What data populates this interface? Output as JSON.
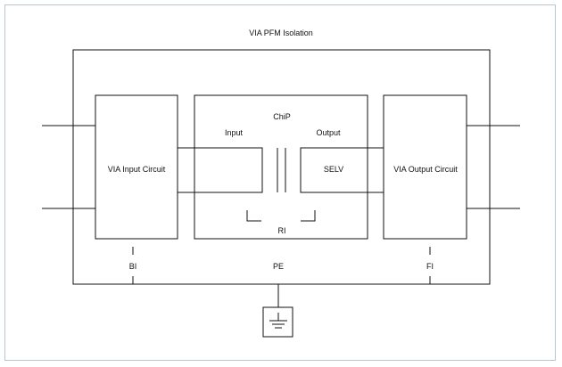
{
  "diagram": {
    "title": "VIA PFM Isolation",
    "input_circuit_label": "VIA Input Circuit",
    "chip_label": "ChiP",
    "chip_input_label": "Input",
    "chip_output_label": "Output",
    "selv_label": "SELV",
    "ri_label": "RI",
    "output_circuit_label": "VIA Output Circuit",
    "bi_label": "BI",
    "pe_label": "PE",
    "fi_label": "FI",
    "ground_symbol_icon": "ground-icon"
  }
}
